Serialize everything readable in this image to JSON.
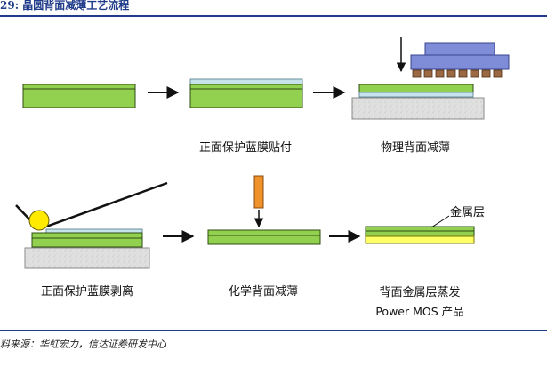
{
  "header": {
    "title": "29: 晶圆背面减薄工艺流程"
  },
  "steps": [
    {
      "label": "正面保护蓝膜贴付"
    },
    {
      "label": "物理背面减薄"
    },
    {
      "label": "正面保护蓝膜剥离"
    },
    {
      "label": "化学背面减薄"
    },
    {
      "label": "背面金属层蒸发",
      "sublabel": "Power MOS  产品"
    }
  ],
  "annotation": {
    "metal_layer": "金属层"
  },
  "footer": {
    "source": "料来源：华虹宏力，信达证券研发中心"
  },
  "colors": {
    "wafer_green": "#92d050",
    "wafer_outline": "#2e4d10",
    "film_blue": "#c6e3ec",
    "chuck_gray": "#dedede",
    "grind_wheel_blue": "#7f8cd8",
    "grind_teeth_brown": "#9b6a43",
    "etch_orange": "#f0922c",
    "roller_yellow": "#ffea00",
    "metal_yellow": "#ffff66",
    "accent_navy": "#1f3b8a"
  },
  "icons": {
    "process_arrow": "arrow-right-icon",
    "down_arrow": "arrow-down-icon"
  }
}
